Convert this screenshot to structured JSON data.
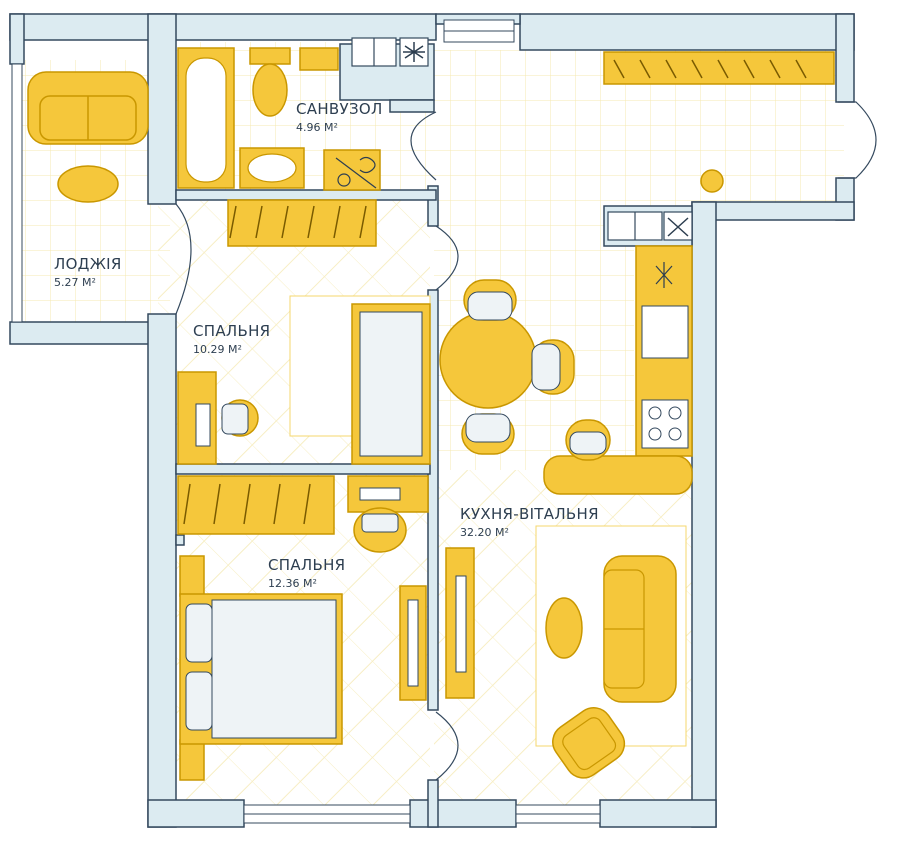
{
  "colors": {
    "wall": "#dcebf1",
    "wall_stroke": "#34495e",
    "furniture": "#f5c73b",
    "furniture_stroke": "#c99700",
    "floor": "#fffdf1",
    "tile_line": "#f7ebb7",
    "text": "#2d3e50"
  },
  "rooms": [
    {
      "id": "loggia",
      "name": "ЛОДЖІЯ",
      "area": "5.27 М²"
    },
    {
      "id": "bathroom",
      "name": "САНВУЗОЛ",
      "area": "4.96 М²"
    },
    {
      "id": "bedroom1",
      "name": "СПАЛЬНЯ",
      "area": "10.29 М²"
    },
    {
      "id": "bedroom2",
      "name": "СПАЛЬНЯ",
      "area": "12.36 М²"
    },
    {
      "id": "kitchen",
      "name": "КУХНЯ-ВІТАЛЬНЯ",
      "area": "32.20 М²"
    }
  ],
  "icons": [
    "fan-icon",
    "snowflake-icon",
    "washing-machine-icon"
  ]
}
